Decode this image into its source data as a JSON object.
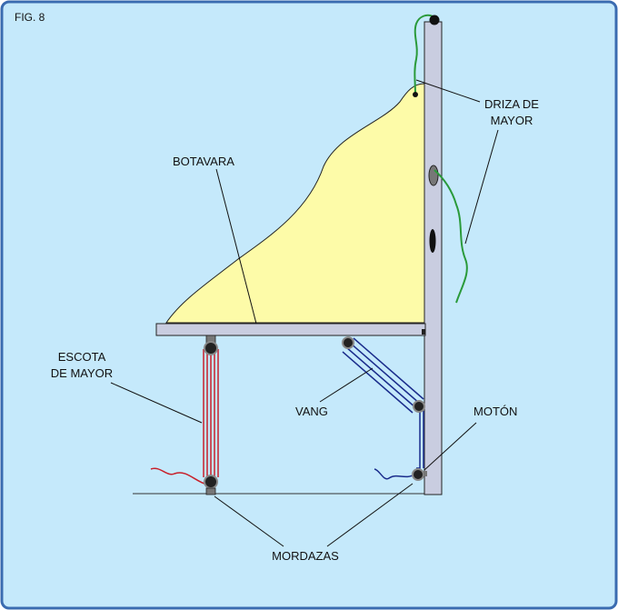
{
  "figure": {
    "label": "FIG. 8",
    "background_color": "#c5e9fb",
    "border_color": "#3a6bb0"
  },
  "labels": {
    "driza_line1": "DRIZA DE",
    "driza_line2": "MAYOR",
    "botavara": "BOTAVARA",
    "escota_line1": "ESCOTA",
    "escota_line2": "DE MAYOR",
    "vang": "VANG",
    "moton": "MOTÓN",
    "mordazas": "MORDAZAS"
  },
  "colors": {
    "sail": "#fdfba8",
    "mast": "#c9cde0",
    "boom": "#c9cde0",
    "halyard": "#2a9a3a",
    "sheet": "#c8202a",
    "vang": "#1a2c8c",
    "block": "#111111"
  }
}
